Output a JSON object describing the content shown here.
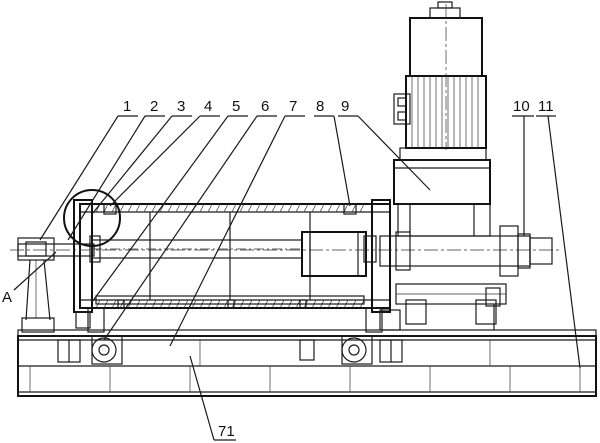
{
  "callouts": [
    {
      "text": "1"
    },
    {
      "text": "2"
    },
    {
      "text": "3"
    },
    {
      "text": "4"
    },
    {
      "text": "5"
    },
    {
      "text": "6"
    },
    {
      "text": "7"
    },
    {
      "text": "8"
    },
    {
      "text": "9"
    },
    {
      "text": "10"
    },
    {
      "text": "11"
    },
    {
      "text": "71"
    }
  ],
  "detail_label": "A"
}
